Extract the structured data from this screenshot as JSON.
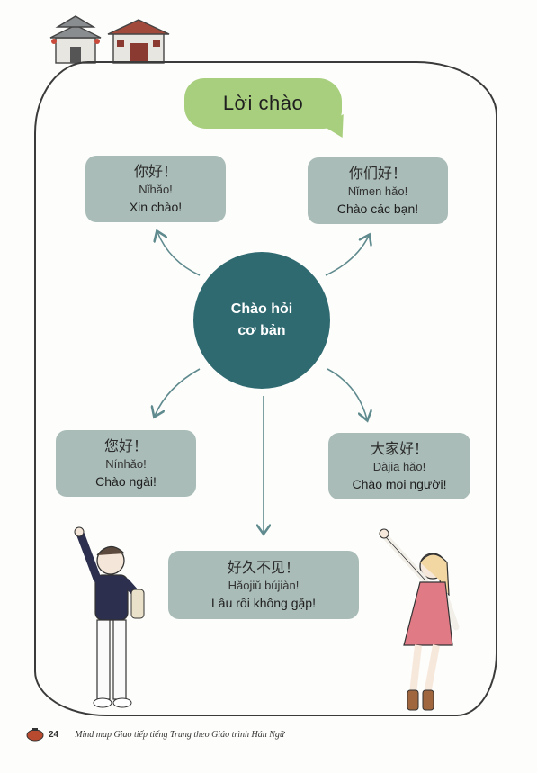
{
  "header": {
    "title": "Lời chào"
  },
  "center": {
    "label": "Chào hỏi\ncơ bản"
  },
  "cards": [
    {
      "zh": "你好！",
      "pinyin": "Nǐhǎo!",
      "vi": "Xin chào!"
    },
    {
      "zh": "你们好！",
      "pinyin": "Nǐmen hǎo!",
      "vi": "Chào các bạn!"
    },
    {
      "zh": "您好！",
      "pinyin": "Nínhǎo!",
      "vi": "Chào ngài!"
    },
    {
      "zh": "大家好！",
      "pinyin": "Dàjiā hǎo!",
      "vi": "Chào mọi người!"
    },
    {
      "zh": "好久不见！",
      "pinyin": "Hǎojiǔ bújiàn!",
      "vi": "Lâu rồi không gặp!"
    }
  ],
  "footer": {
    "page": "24",
    "text": "Mind map Giao tiếp tiếng Trung theo Giáo trình Hán Ngữ"
  },
  "colors": {
    "accent": "#a8cf7e",
    "card": "#a9bcb7",
    "center": "#2f6a71"
  }
}
